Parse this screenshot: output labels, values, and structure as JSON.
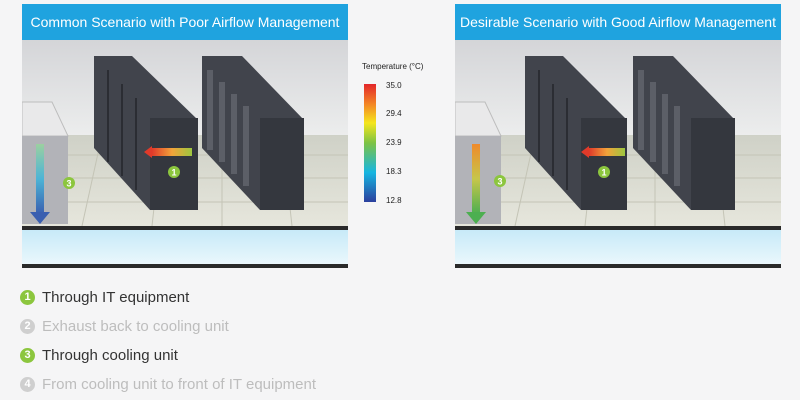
{
  "panels": [
    {
      "title": "Common Scenario with Poor Airflow Management"
    },
    {
      "title": "Desirable Scenario with Good Airflow Management"
    }
  ],
  "legend": {
    "title": "Temperature (°C)",
    "ticks": [
      "35.0",
      "29.4",
      "23.9",
      "18.3",
      "12.8"
    ],
    "colors": [
      "#e3262a",
      "#f48b25",
      "#f5e61c",
      "#7cc244",
      "#16b6e1",
      "#2b3f9e"
    ]
  },
  "markers": {
    "it_equipment": "1",
    "cooling_unit": "3"
  },
  "steps": [
    {
      "number": "1",
      "label": "Through IT equipment",
      "active": true
    },
    {
      "number": "2",
      "label": "Exhaust back to cooling unit",
      "active": false
    },
    {
      "number": "3",
      "label": "Through cooling unit",
      "active": true
    },
    {
      "number": "4",
      "label": "From cooling unit to front of IT equipment",
      "active": false
    }
  ],
  "colors": {
    "accent": "#1fa3df",
    "active_step": "#8cc63e",
    "inactive_step": "#cfcfcf"
  }
}
